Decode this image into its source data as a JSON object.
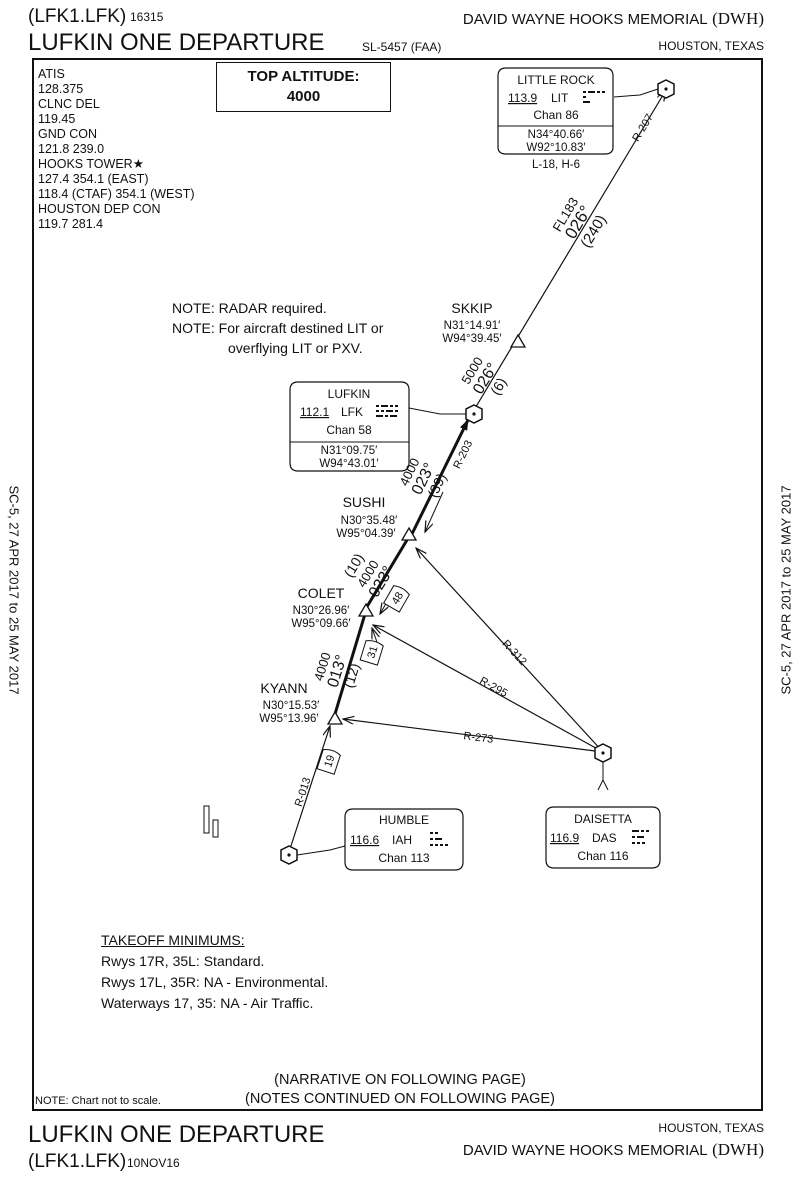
{
  "header": {
    "code": "(LFK1.LFK)",
    "number": "16315",
    "title": "LUFKIN ONE DEPARTURE",
    "sl": "SL-5457 (FAA)",
    "airport": "DAVID WAYNE HOOKS MEMORIAL",
    "airport_id": "(DWH)",
    "city": "HOUSTON, TEXAS"
  },
  "footer": {
    "code": "(LFK1.LFK)",
    "date": "10NOV16",
    "title": "LUFKIN ONE DEPARTURE",
    "city": "HOUSTON, TEXAS",
    "airport": "DAVID WAYNE HOOKS MEMORIAL",
    "airport_id": "(DWH)",
    "scale_note": "NOTE: Chart not to scale."
  },
  "side_text": "SC-5,  27 APR 2017  to  25 MAY 2017",
  "frequencies": [
    "ATIS",
    "128.375",
    "CLNC DEL",
    "119.45",
    "GND CON",
    "121.8  239.0",
    "HOOKS TOWER★",
    "127.4  354.1  (EAST)",
    "118.4 (CTAF)  354.1  (WEST)",
    "HOUSTON DEP CON",
    "119.7  281.4"
  ],
  "top_altitude": {
    "label": "TOP ALTITUDE:",
    "value": "4000"
  },
  "notes": [
    "NOTE:  RADAR required.",
    "NOTE:  For aircraft destined LIT or",
    "overflying LIT or PXV."
  ],
  "navaids": {
    "little_rock": {
      "name": "LITTLE ROCK",
      "freq": "113.9",
      "id": "LIT",
      "chan": "Chan 86",
      "lat": "N34°40.66′",
      "lon": "W92°10.83′",
      "charts": "L-18, H-6"
    },
    "lufkin": {
      "name": "LUFKIN",
      "freq": "112.1",
      "id": "LFK",
      "chan": "Chan 58",
      "lat": "N31°09.75′",
      "lon": "W94°43.01′"
    },
    "humble": {
      "name": "HUMBLE",
      "freq": "116.6",
      "id": "IAH",
      "chan": "Chan 113"
    },
    "daisetta": {
      "name": "DAISETTA",
      "freq": "116.9",
      "id": "DAS",
      "chan": "Chan 116"
    }
  },
  "fixes": {
    "skkip": {
      "name": "SKKIP",
      "lat": "N31°14.91′",
      "lon": "W94°39.45′"
    },
    "sushi": {
      "name": "SUSHI",
      "lat": "N30°35.48′",
      "lon": "W95°04.39′"
    },
    "colet": {
      "name": "COLET",
      "lat": "N30°26.96′",
      "lon": "W95°09.66′"
    },
    "kyann": {
      "name": "KYANN",
      "lat": "N30°15.53′",
      "lon": "W95°13.96′"
    }
  },
  "legs": {
    "lit_skkip": {
      "alt": "FL183",
      "course": "026°",
      "dist": "(240)",
      "radial": "R-207"
    },
    "skkip_lfk": {
      "alt": "5000",
      "course": "026°",
      "dist": "(6)"
    },
    "lfk_sushi": {
      "alt": "4000",
      "course": "023°",
      "dist": "(39)",
      "radial": "R-203"
    },
    "sushi_colet": {
      "dist": "(10)",
      "alt": "4000",
      "course": "023°",
      "dme": "48"
    },
    "colet_kyann": {
      "alt": "4000",
      "course": "013°",
      "dist": "(12)",
      "dme": "31"
    },
    "iah_kyann": {
      "radial": "R-013",
      "dme": "19"
    }
  },
  "radials": {
    "r312": "R-312",
    "r295": "R-295",
    "r273": "R-273"
  },
  "takeoff": {
    "title": "TAKEOFF MINIMUMS:",
    "lines": [
      "Rwys 17R, 35L:  Standard.",
      "Rwys 17L, 35R:  NA - Environmental.",
      "Waterways 17, 35:  NA - Air Traffic."
    ]
  },
  "narrative": [
    "(NARRATIVE ON FOLLOWING PAGE)",
    "(NOTES CONTINUED ON FOLLOWING PAGE)"
  ]
}
